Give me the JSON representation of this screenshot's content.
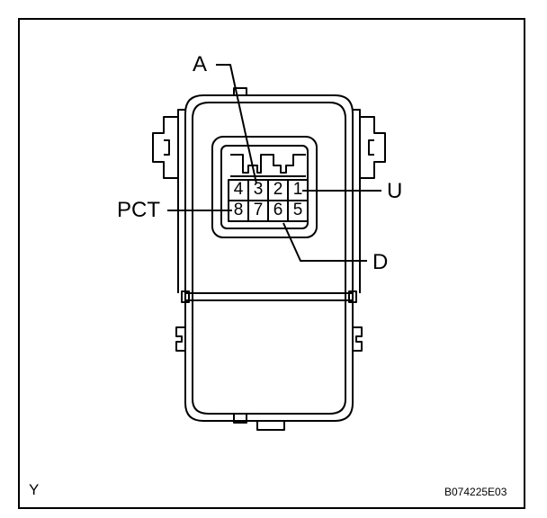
{
  "labels": {
    "a": "A",
    "u": "U",
    "d": "D",
    "pct": "PCT"
  },
  "connector": {
    "pins_row1": [
      "4",
      "3",
      "2",
      "1"
    ],
    "pins_row2": [
      "8",
      "7",
      "6",
      "5"
    ]
  },
  "corner_letter": "Y",
  "figure_id": "B074225E03"
}
